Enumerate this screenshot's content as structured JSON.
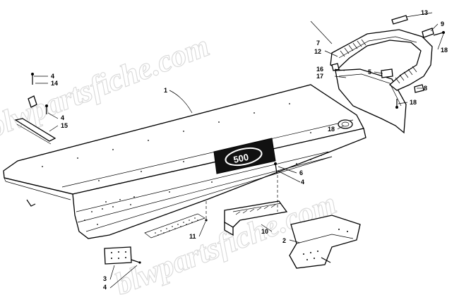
{
  "watermark": {
    "text_top": "blwpartsfiche.com",
    "text_bottom": "blwpartsfiche.com"
  },
  "badge": {
    "text": "500"
  },
  "callouts": {
    "c1": "1",
    "c2": "2",
    "c3": "3",
    "c4a": "4",
    "c4b": "4",
    "c4c": "4",
    "c4d": "4",
    "c5": "5",
    "c6": "6",
    "c7": "7",
    "c8": "8",
    "c9": "9",
    "c10": "10",
    "c11": "11",
    "c12": "12",
    "c13": "13",
    "c14": "14",
    "c15": "15",
    "c16": "16",
    "c17": "17",
    "c18a": "18",
    "c18b": "18",
    "c18c": "18"
  }
}
